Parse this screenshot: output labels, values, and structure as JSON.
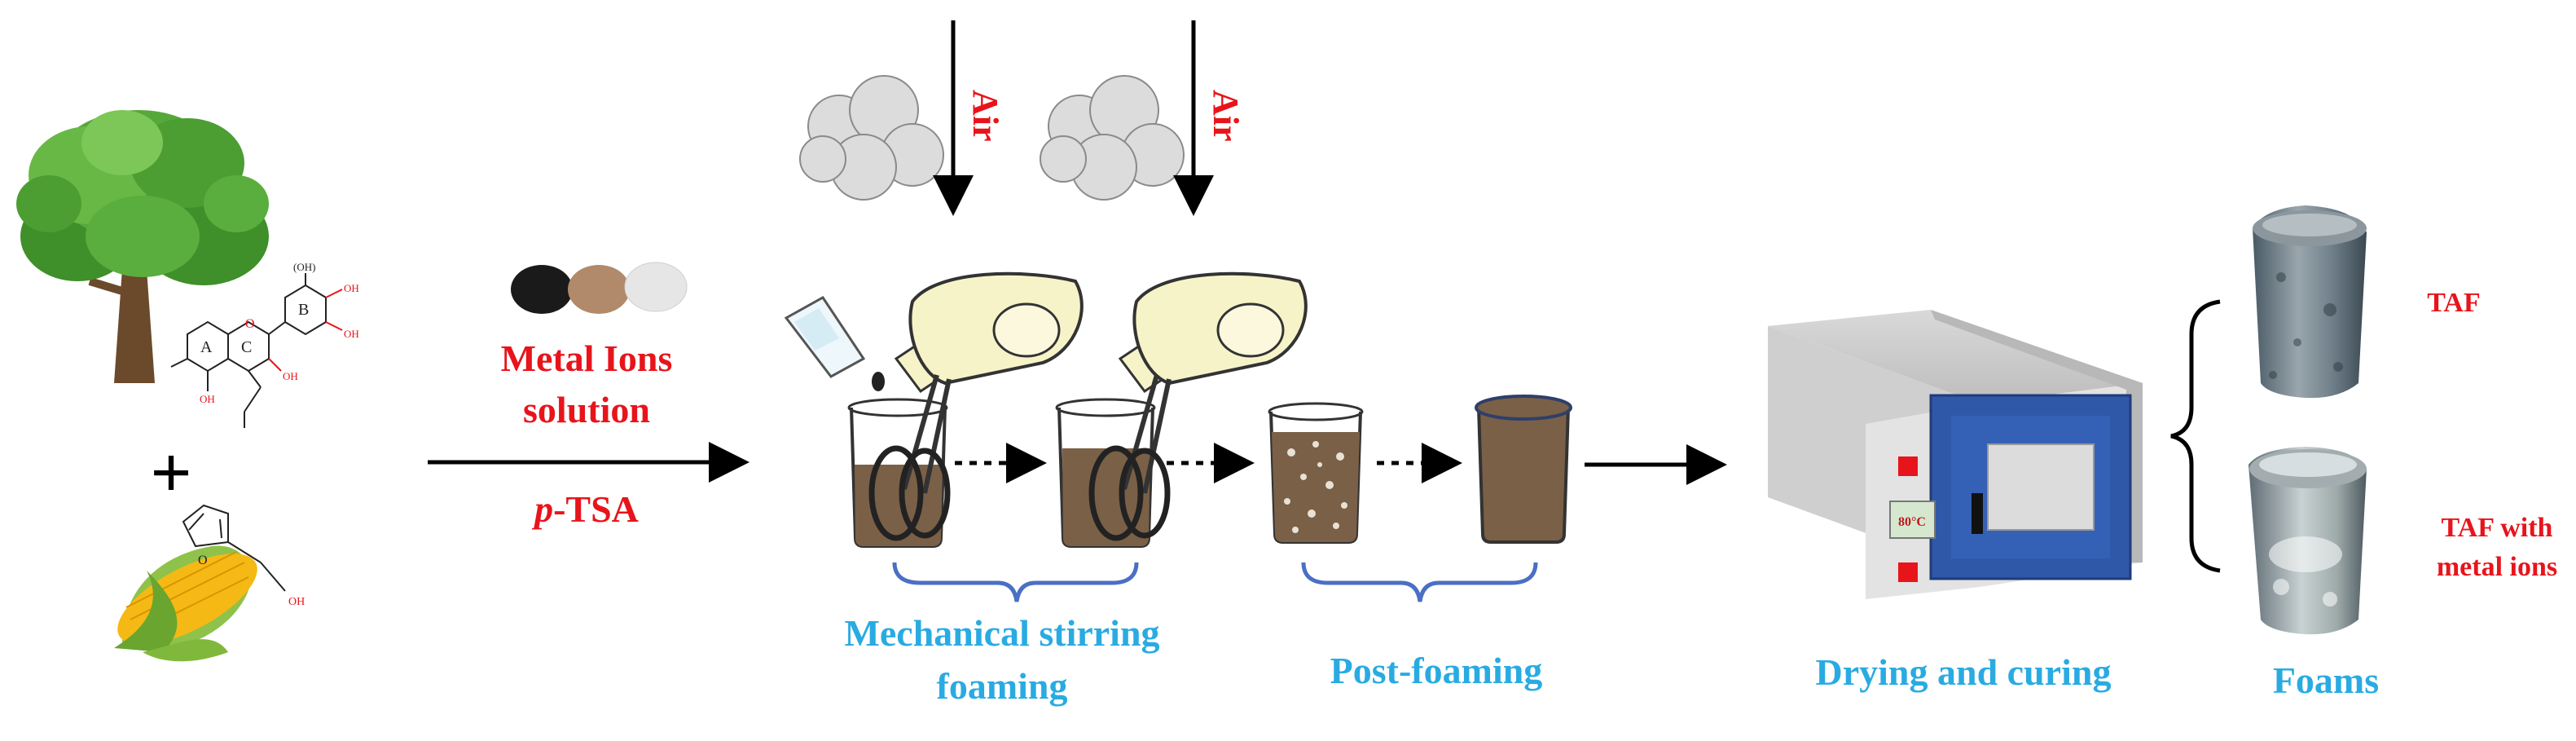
{
  "steps": {
    "reagent_line1": "Metal Ions",
    "reagent_line2": "solution",
    "catalyst_prefix": "p",
    "catalyst_suffix": "-TSA",
    "air_1": "Air",
    "air_2": "Air",
    "stirring_line1": "Mechanical stirring",
    "stirring_line2": "foaming",
    "post_foaming": "Post-foaming",
    "drying": "Drying and curing",
    "foams": "Foams",
    "product_1": "TAF",
    "product_2_line1": "TAF with",
    "product_2_line2": "metal ions",
    "oven_temp": "80°C",
    "plus": "+"
  },
  "tannin_labels": {
    "ring_a": "A",
    "ring_b": "B",
    "ring_c": "C",
    "oh": "OH",
    "oh_paren": "(OH)",
    "o": "O"
  },
  "furfuryl_labels": {
    "o": "O",
    "oh": "OH"
  },
  "colors": {
    "red_label": "#e8141b",
    "blue_label": "#29abe2",
    "brace": "#4a6fc4",
    "beaker_liquid": "#7a6047",
    "oven_door": "#2f58a8",
    "mixer": "#f7f3c9"
  }
}
